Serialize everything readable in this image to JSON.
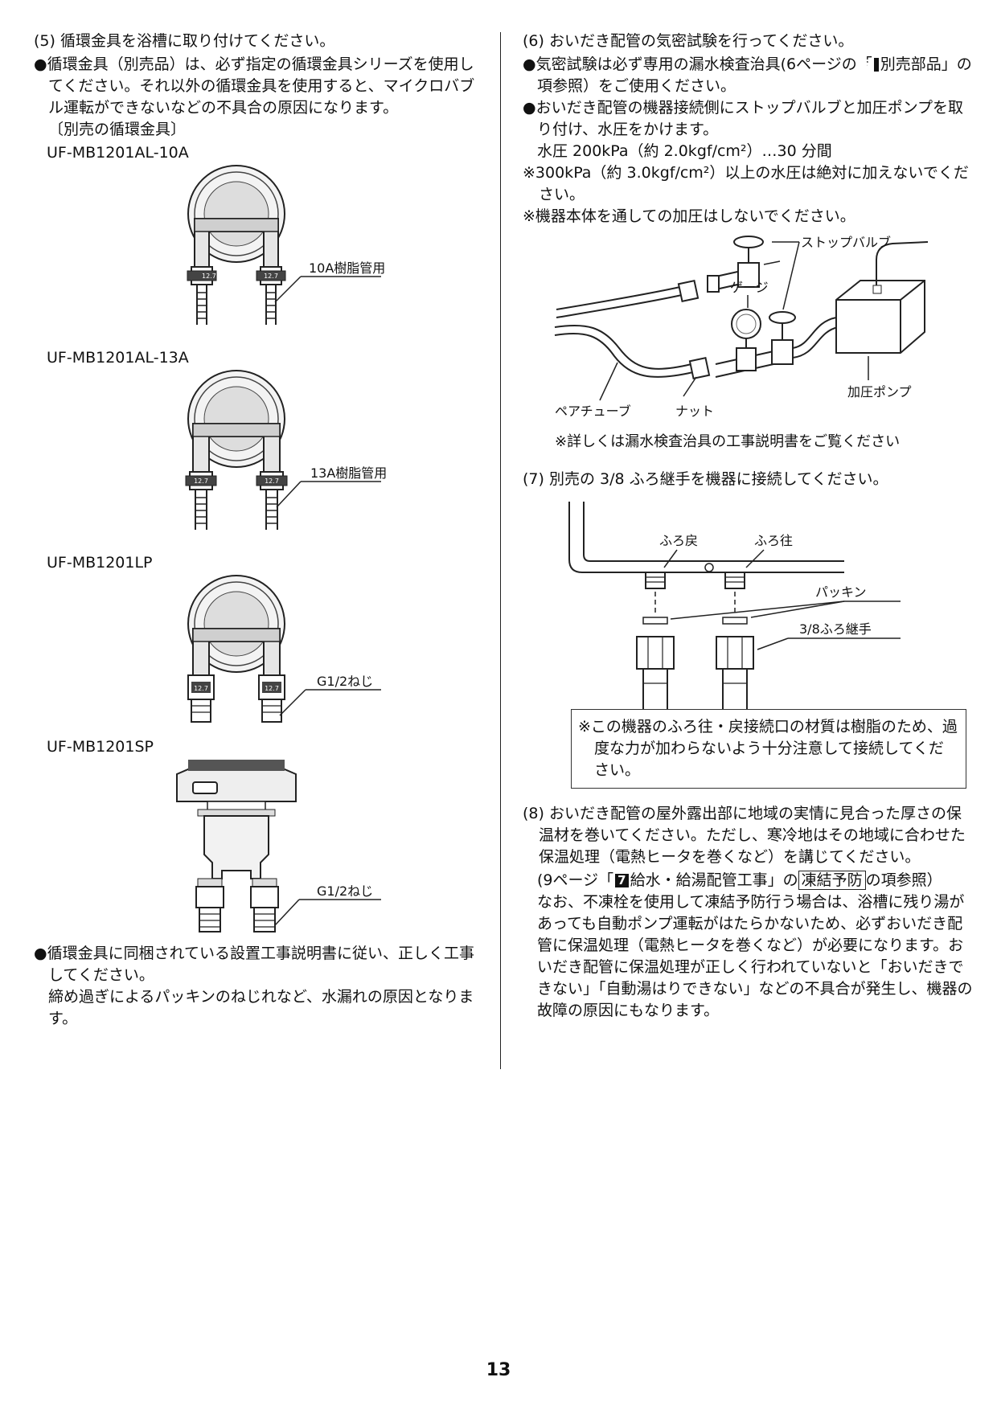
{
  "left": {
    "heading": "(5) 循環金具を浴槽に取り付けてください。",
    "bullet1": "●循環金具（別売品）は、必ず指定の循環金具シリーズを使用してください。それ以外の循環金具を使用すると、マイクロバブル運転ができないなどの不具合の原因になります。",
    "sub_heading": "〔別売の循環金具〕",
    "models": [
      {
        "name": "UF-MB1201AL-10A",
        "callout": "10A樹脂管用",
        "ring_label": "12.7"
      },
      {
        "name": "UF-MB1201AL-13A",
        "callout": "13A樹脂管用",
        "ring_label": "12.7"
      },
      {
        "name": "UF-MB1201LP",
        "callout": "G1/2ねじ",
        "ring_label": "12.7"
      },
      {
        "name": "UF-MB1201SP",
        "callout": "G1/2ねじ"
      }
    ],
    "bullet2": "●循環金具に同梱されている設置工事説明書に従い、正しく工事してください。",
    "bullet2_cont": "締め過ぎによるパッキンのねじれなど、水漏れの原因となります。"
  },
  "right": {
    "s6_heading": "(6) おいだき配管の気密試験を行ってください。",
    "s6_b1_pre": "●気密試験は必ず専用の漏水検査治具(6ページの「",
    "s6_b1_num": "5",
    "s6_b1_post": "別売部品」の項参照）をご使用ください。",
    "s6_b2": "●おいだき配管の機器接続側にストップバルブと加圧ポンプを取り付け、水圧をかけます。",
    "s6_b2_pressure": "水圧 200kPa（約 2.0kgf/cm²）…30 分間",
    "s6_note1": "※300kPa（約 3.0kgf/cm²）以上の水圧は絶対に加えないでください。",
    "s6_note2": "※機器本体を通しての加圧はしないでください。",
    "diagram1": {
      "stop_valve": "ストップバルブ",
      "gauge": "ゲージ",
      "pump": "加圧ポンプ",
      "pair_tube": "ペアチューブ",
      "nut": "ナット",
      "caption": "※詳しくは漏水検査治具の工事説明書をご覧ください"
    },
    "s7_heading": "(7) 別売の 3/8 ふろ継手を機器に接続してください。",
    "diagram2": {
      "return_label": "ふろ戻",
      "outgoing_label": "ふろ往",
      "packing": "パッキン",
      "joint": "3/8ふろ継手"
    },
    "s7_note": "※この機器のふろ往・戻接続口の材質は樹脂のため、過度な力が加わらないよう十分注意して接続してください。",
    "s8_heading": "(8) おいだき配管の屋外露出部に地域の実情に見合った厚さの保温材を巻いてください。ただし、寒冷地はその地域に合わせた保温処理（電熱ヒータを巻くなど）を講じてください。",
    "s8_ref_pre": "(9ページ「",
    "s8_ref_num": "7",
    "s8_ref_mid": "給水・給湯配管工事」の",
    "s8_ref_box": "凍結予防",
    "s8_ref_post": "の項参照）",
    "s8_para": "なお、不凍栓を使用して凍結予防行う場合は、浴槽に残り湯があっても自動ポンプ運転がはたらかないため、必ずおいだき配管に保温処理（電熱ヒータを巻くなど）が必要になります。おいだき配管に保温処理が正しく行われていないと「おいだきできない」「自動湯はりできない」などの不具合が発生し、機器の故障の原因にもなります。"
  },
  "page_number": "13"
}
